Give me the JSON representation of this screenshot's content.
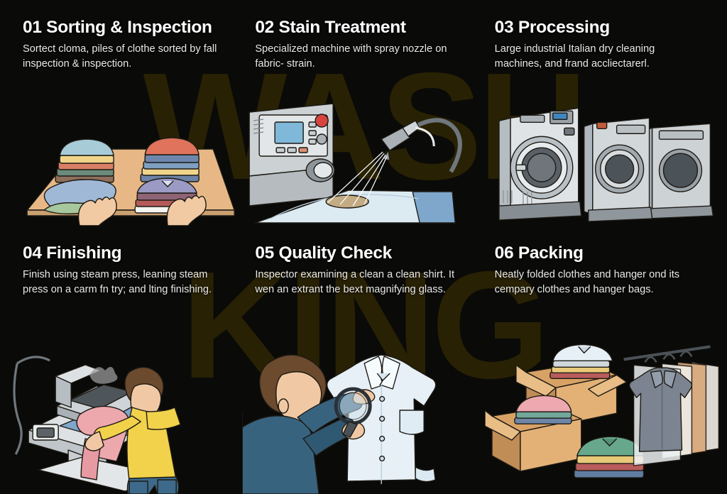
{
  "background": {
    "color": "#0a0a08",
    "watermark_color": "#282104",
    "watermark_top": "WASH",
    "watermark_bottom": "KING"
  },
  "palette": {
    "title": "#ffffff",
    "body": "#e9e9e9",
    "machine_body": "#d9dde0",
    "machine_shade": "#9aa2a8",
    "table_wood": "#e0b283",
    "skin": "#f0c9a4",
    "denim": "#3d6a8a",
    "yellow_shirt": "#f2d24b",
    "carton": "#d9a householder"
  },
  "steps": [
    {
      "id": "sorting-inspection",
      "number": "01",
      "title": "01 Sorting & Inspection",
      "description": "Sortect cloma, piles of clothe sorted by fall inspection & inspection.",
      "art": "folded-clothes-on-table-with-hands"
    },
    {
      "id": "stain-treatment",
      "number": "02",
      "title": "02 Stain Treatment",
      "description": "Specialized machine with spray nozzle on fabric- strain.",
      "art": "spot-cleaning-machine-with-spray-gun"
    },
    {
      "id": "processing",
      "number": "03",
      "title": "03 Processing",
      "description": "Large industrial Italian dry cleaning machines, and frand accliectarerl.",
      "art": "three-industrial-washing-machines"
    },
    {
      "id": "finishing",
      "number": "04",
      "title": "04 Finishing",
      "description": "Finish using steam press, leaning steam press on a carm fn try; and lting finishing.",
      "art": "worker-at-steam-press"
    },
    {
      "id": "quality-check",
      "number": "05",
      "title": "05 Quality Check",
      "description": "Inspector examining a clean a clean shirt. It wen an extrant the bext magnifying glass.",
      "art": "inspector-with-magnifying-glass-and-shirt"
    },
    {
      "id": "packing",
      "number": "06",
      "title": "06 Packing",
      "description": "Neatly folded clothes and hanger ond its cempary clothes and hanger bags.",
      "art": "cartons-folded-clothes-and-garment-bags"
    }
  ]
}
